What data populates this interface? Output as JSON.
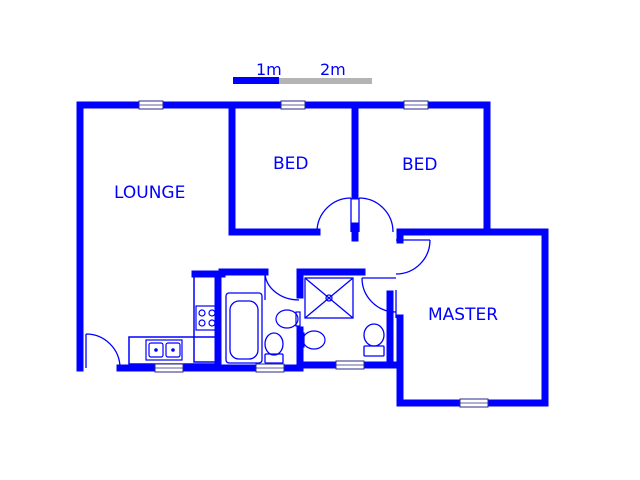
{
  "scale_bar": {
    "label_1": "1m",
    "label_2": "2m"
  },
  "rooms": {
    "lounge": "LOUNGE",
    "bed_1": "BED",
    "bed_2": "BED",
    "master": "MASTER"
  },
  "colors": {
    "wall": "#0000ff",
    "fixture": "#0000ff",
    "scale_primary": "#0000ff",
    "scale_secondary": "#b4b4b4",
    "window": "#2a2a8a",
    "background": "#ffffff"
  }
}
